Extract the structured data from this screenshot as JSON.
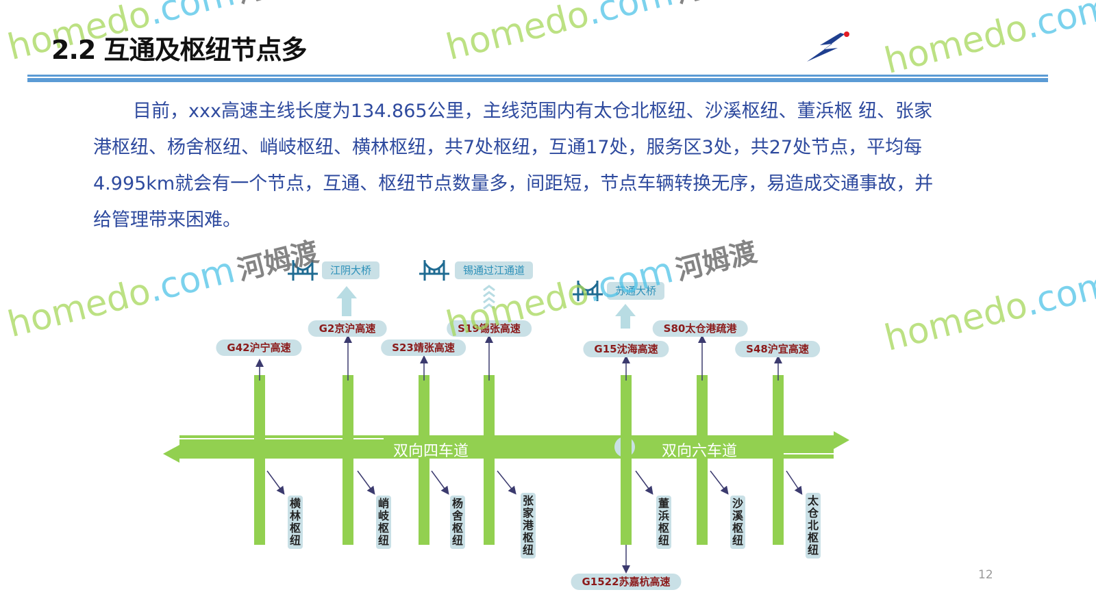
{
  "slide": {
    "title": "2.2 互通及枢纽节点多",
    "paragraph": "目前，xxx高速主线长度为134.865公里，主线范围内有太仓北枢纽、沙溪枢纽、董浜枢 纽、张家港枢纽、杨舍枢纽、峭岐枢纽、横林枢纽，共7处枢纽，互通17处，服务区3处，共27处节点，平均每4.995km就会有一个节点，互通、枢纽节点数量多，间距短，节点车辆转换无序，易造成交通事故，并给管理带来困难。",
    "page_number": "12"
  },
  "diagram": {
    "bridges": [
      "江阴大桥",
      "锡通过江通道",
      "苏通大桥"
    ],
    "highways_top": [
      "G42沪宁高速",
      "G2京沪高速",
      "S23靖张高速",
      "S19锡张高速",
      "G15沈海高速",
      "S80太仓港疏港",
      "S48沪宜高速"
    ],
    "highway_bottom": "G1522苏嘉杭高速",
    "lanes": [
      "双向四车道",
      "双向六车道"
    ],
    "hubs": [
      "横林枢纽",
      "峭岐枢纽",
      "杨舍枢纽",
      "张家港枢纽",
      "董浜枢纽",
      "沙溪枢纽",
      "太仓北枢纽"
    ],
    "colors": {
      "road": "#92d050",
      "pill": "#c9e0e6",
      "highway_text": "#8b1a1a",
      "bridge_text": "#2a8fb8"
    }
  },
  "watermark": {
    "brand": "homedo",
    "domain": ".com",
    "cn": "河姆渡"
  }
}
